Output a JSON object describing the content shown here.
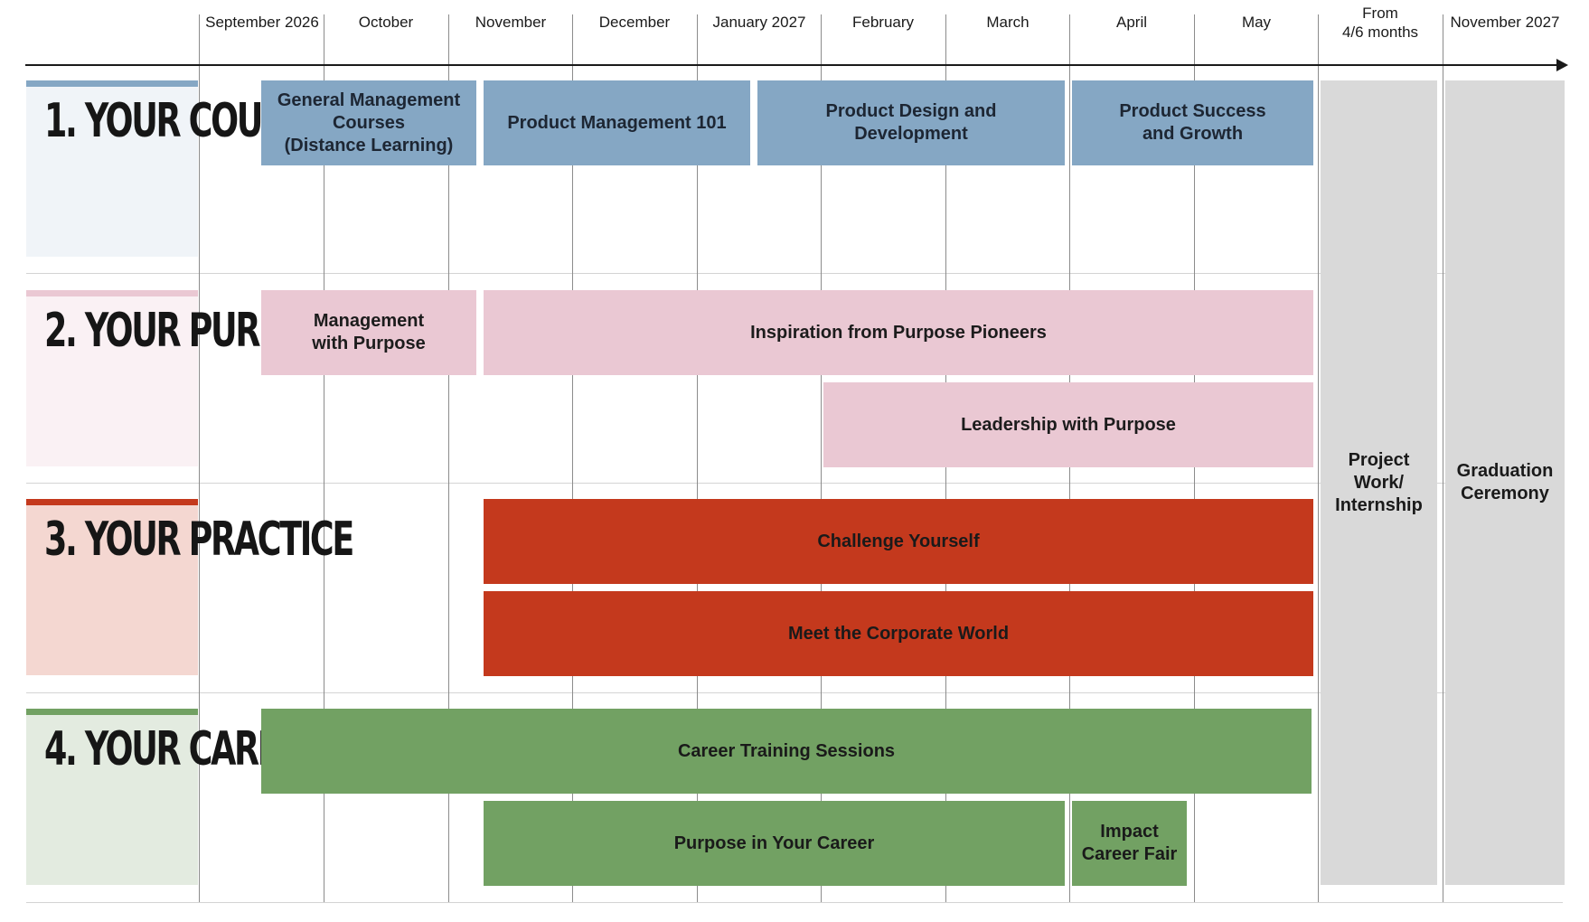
{
  "timeline": {
    "months": [
      "September 2026",
      "October",
      "November",
      "December",
      "January 2027",
      "February",
      "March",
      "April",
      "May",
      "From\n4/6 months",
      "November 2027"
    ]
  },
  "sections": [
    {
      "id": "courses",
      "title": "1. YOUR\nCOURSES",
      "accent": "#85a7c4",
      "tint": "#f0f4f8"
    },
    {
      "id": "purpose",
      "title": "2. YOUR\nPURPOSE",
      "accent": "#eac8d3",
      "tint": "#faf1f4"
    },
    {
      "id": "practice",
      "title": "3. YOUR\nPRACTICE",
      "accent": "#c4391d",
      "tint": "#f4d7d1"
    },
    {
      "id": "career",
      "title": "4. YOUR\nCAREER",
      "accent": "#72a163",
      "tint": "#e3ebe0"
    }
  ],
  "blocks": {
    "general_management": "General Management\nCourses\n(Distance Learning)",
    "product_management_101": "Product Management 101",
    "product_design": "Product Design and\nDevelopment",
    "product_success": "Product Success\nand Growth",
    "management_with_purpose": "Management\nwith Purpose",
    "inspiration": "Inspiration from Purpose Pioneers",
    "leadership": "Leadership with Purpose",
    "challenge": "Challenge Yourself",
    "corporate": "Meet the Corporate World",
    "career_training": "Career Training Sessions",
    "purpose_career": "Purpose in Your Career",
    "career_fair": "Impact\nCareer Fair",
    "project_work": "Project\nWork/\nInternship",
    "graduation": "Graduation\nCeremony"
  },
  "colors": {
    "courses": "#85a7c4",
    "purpose": "#eac8d3",
    "practice": "#c4391d",
    "career": "#72a163",
    "final": "#d9d9d9"
  }
}
